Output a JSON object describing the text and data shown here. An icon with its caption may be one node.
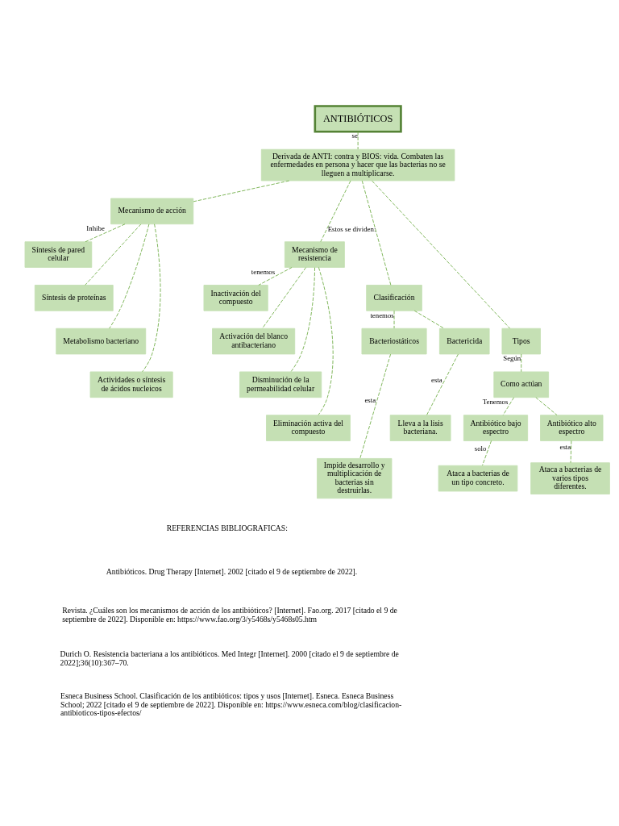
{
  "diagram": {
    "nodes": [
      {
        "text": [
          "ANTIBIÓTICOS"
        ]
      },
      {
        "text": [
          "Derivada de ANTI: contra y BIOS: vida. Combaten las enfermedades en persona y hacer que las bacterias no se lleguen a multiplicarse."
        ]
      },
      {
        "text": [
          "Mecanismo de acción"
        ]
      },
      {
        "text": [
          "Mecanismo de resistencia"
        ]
      },
      {
        "text": [
          "Clasificación"
        ]
      },
      {
        "text": [
          "Tipos"
        ]
      },
      {
        "text": [
          "Síntesis de pared celular"
        ]
      },
      {
        "text": [
          "Síntesis de proteínas"
        ]
      },
      {
        "text": [
          "Metabolismo bacteriano"
        ]
      },
      {
        "text": [
          "Actividades o síntesis de ácidos nucleicos"
        ]
      },
      {
        "text": [
          "Inactivación del compuesto"
        ]
      },
      {
        "text": [
          "Activación del blanco antibacteriano"
        ]
      },
      {
        "text": [
          "Disminución de la permeabilidad celular"
        ]
      },
      {
        "text": [
          "Eliminación activa del compuesto"
        ]
      },
      {
        "text": [
          "Bacteriostáticos"
        ]
      },
      {
        "text": [
          "Bactericida"
        ]
      },
      {
        "text": [
          "Impide desarrollo y multiplicación de bacterias sin destruirlas."
        ]
      },
      {
        "text": [
          "Lleva a la lisis bacteriana."
        ]
      },
      {
        "text": [
          "Como actúan"
        ]
      },
      {
        "text": [
          "Antibiótico bajo espectro"
        ]
      },
      {
        "text": [
          "Antibiótico alto espectro"
        ]
      },
      {
        "text": [
          "Ataca a bacterias de un tipo concreto."
        ]
      },
      {
        "text": [
          "Ataca a bacterias de varios tipos diferentes."
        ]
      }
    ],
    "edges": [
      {
        "from": 0,
        "to": 1,
        "arrow": "none",
        "label": "se",
        "style": "dashed"
      },
      {
        "from": 1,
        "to": 2,
        "arrow": "none",
        "style": "dashed"
      },
      {
        "from": 1,
        "to": 3,
        "arrow": "none",
        "style": "dashed"
      },
      {
        "from": 1,
        "to": 4,
        "arrow": "none",
        "label": "Estos se dividen:",
        "style": "dashed"
      },
      {
        "from": 1,
        "to": 5,
        "arrow": "none",
        "style": "dashed"
      },
      {
        "from": 2,
        "to": 6,
        "arrow": "none",
        "label": "Inhibe",
        "style": "dashed"
      },
      {
        "from": 2,
        "to": 7,
        "arrow": "none",
        "style": "dashed"
      },
      {
        "from": 2,
        "to": 8,
        "arrow": "none",
        "style": "dashed"
      },
      {
        "from": 2,
        "to": 9,
        "arrow": "none",
        "style": "dashed"
      },
      {
        "from": 3,
        "to": 10,
        "arrow": "none",
        "label": "tenemos",
        "style": "dashed"
      },
      {
        "from": 3,
        "to": 11,
        "arrow": "none",
        "style": "dashed"
      },
      {
        "from": 3,
        "to": 12,
        "arrow": "none",
        "style": "dashed"
      },
      {
        "from": 3,
        "to": 13,
        "arrow": "none",
        "style": "dashed"
      },
      {
        "from": 4,
        "to": 14,
        "arrow": "none",
        "label": "tenemos",
        "style": "dashed"
      },
      {
        "from": 4,
        "to": 15,
        "arrow": "none",
        "style": "dashed"
      },
      {
        "from": 14,
        "to": 16,
        "arrow": "none",
        "label": "esta",
        "style": "dashed"
      },
      {
        "from": 15,
        "to": 17,
        "arrow": "none",
        "label": "esta",
        "style": "dashed"
      },
      {
        "from": 5,
        "to": 18,
        "arrow": "none",
        "label": "Según",
        "style": "dashed"
      },
      {
        "from": 18,
        "to": 19,
        "arrow": "none",
        "label": "Tenemos",
        "style": "dashed"
      },
      {
        "from": 18,
        "to": 20,
        "arrow": "none",
        "style": "dashed"
      },
      {
        "from": 19,
        "to": 21,
        "arrow": "none",
        "label": "solo",
        "style": "dashed"
      },
      {
        "from": 20,
        "to": 22,
        "arrow": "none",
        "label": "esta",
        "style": "dashed"
      }
    ],
    "labels": [
      "REFERENCIAS BIBLIOGRAFICAS:",
      "Antibióticos. Drug Therapy [Internet]. 2002 [citado el 9 de septiembre de 2022].",
      "Revista. ¿Cuáles son los mecanismos de acción de los antibióticos? [Internet]. Fao.org. 2017 [citado el 9 de septiembre de 2022]. Disponible en: https://www.fao.org/3/y5468s/y5468s05.htm",
      "Durich O. Resistencia bacteriana a los antibióticos. Med Integr [Internet]. 2000 [citado el 9 de septiembre de 2022];36(10):367–70.",
      "Esneca Business School. Clasificación de los antibióticos: tipos y usos [Internet]. Esneca. Esneca Business School; 2022 [citado el 9 de septiembre de 2022]. Disponible en: https://www.esneca.com/blog/clasificacion-antibioticos-tipos-efectos/"
    ]
  }
}
